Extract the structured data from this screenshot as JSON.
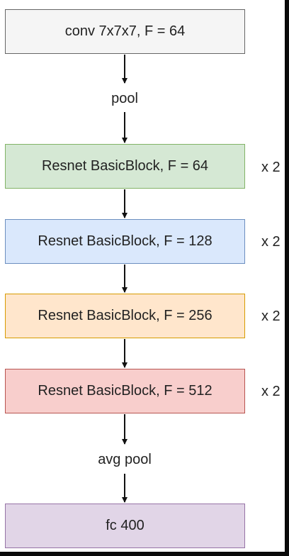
{
  "nodes": {
    "conv": {
      "label": "conv 7x7x7, F = 64",
      "fill": "#f5f5f5",
      "stroke": "#666666"
    },
    "block64": {
      "label": "Resnet BasicBlock, F = 64",
      "repeat": "x 2",
      "fill": "#d5e8d4",
      "stroke": "#82b366"
    },
    "block128": {
      "label": "Resnet BasicBlock, F = 128",
      "repeat": "x 2",
      "fill": "#dae8fc",
      "stroke": "#6c8ebf"
    },
    "block256": {
      "label": "Resnet BasicBlock, F = 256",
      "repeat": "x 2",
      "fill": "#ffe6cc",
      "stroke": "#d79b00"
    },
    "block512": {
      "label": "Resnet BasicBlock, F = 512",
      "repeat": "x 2",
      "fill": "#f8cecc",
      "stroke": "#b85450"
    },
    "fc": {
      "label": "fc 400",
      "fill": "#e1d5e7",
      "stroke": "#9673a6"
    }
  },
  "edges": {
    "pool_label": "pool",
    "avgpool_label": "avg  pool"
  }
}
